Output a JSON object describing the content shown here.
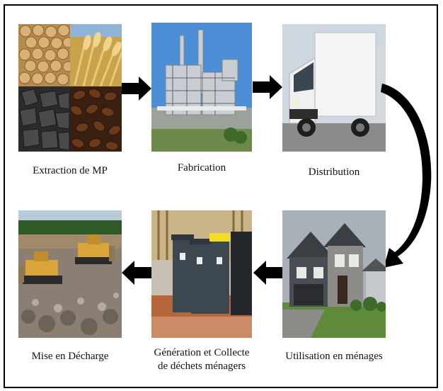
{
  "steps": [
    {
      "label": "Extraction de MP",
      "icon": "raw-materials-photo"
    },
    {
      "label": "Fabrication",
      "icon": "factory-photo"
    },
    {
      "label": "Distribution",
      "icon": "delivery-truck-photo"
    },
    {
      "label": "Utilisation en ménages",
      "icon": "house-photo"
    },
    {
      "label_line1": "Génération et Collecte",
      "label_line2": "de déchets ménagers",
      "icon": "waste-bins-photo"
    },
    {
      "label": "Mise en Décharge",
      "icon": "landfill-photo"
    }
  ],
  "colors": {
    "arrow": "#000000",
    "border": "#000000",
    "background": "#ffffff"
  }
}
